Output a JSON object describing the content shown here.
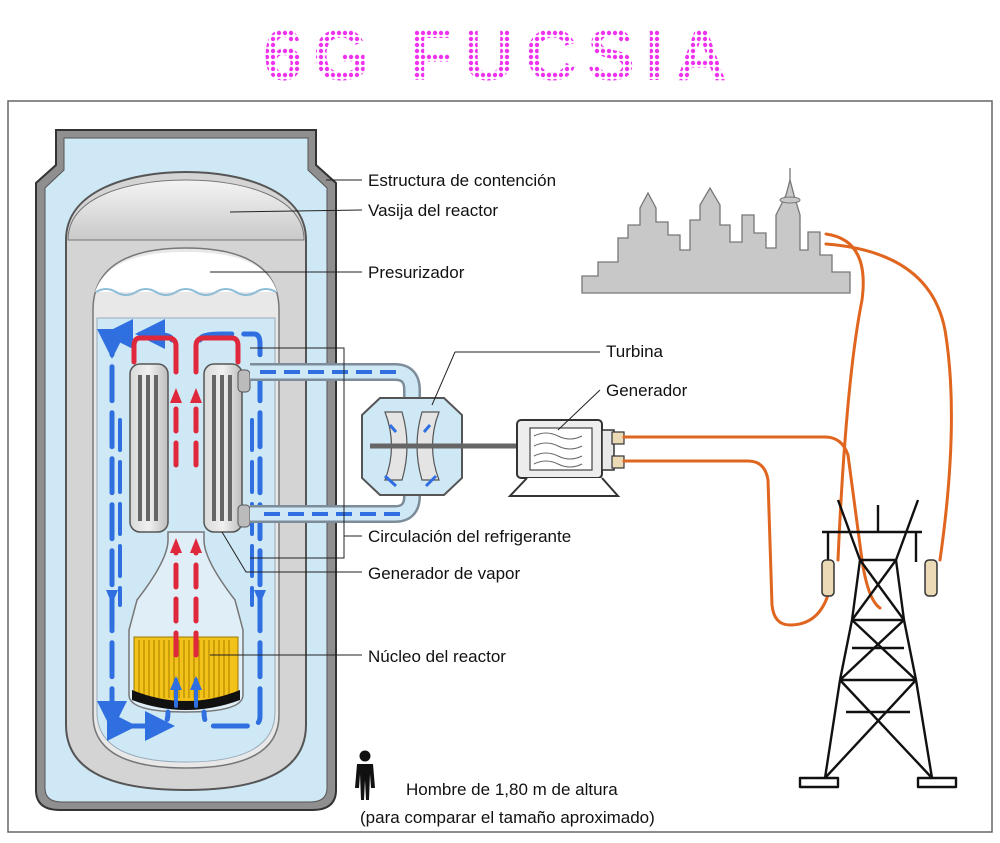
{
  "header": {
    "title": "6G FUCSIA"
  },
  "labels": {
    "containment": "Estructura de contención",
    "vessel": "Vasija del reactor",
    "pressurizer": "Presurizador",
    "turbine": "Turbina",
    "generator": "Generador",
    "coolant": "Circulación del refrigerante",
    "steam_generator": "Generador de vapor",
    "core": "Núcleo del reactor"
  },
  "caption": {
    "line1": "Hombre de 1,80 m de altura",
    "line2": "(para comparar el tamaño aproximado)"
  },
  "colors": {
    "title": "#ee33ee",
    "water": "#cfe8f5",
    "hot_flow": "#e0283c",
    "cold_flow": "#2f6fe0",
    "steel": "#b8b8b8",
    "core": "#f2c21a",
    "cable": "#e0661f"
  },
  "icons": [
    "human-figure-icon",
    "city-skyline-icon",
    "power-pylon-icon"
  ]
}
